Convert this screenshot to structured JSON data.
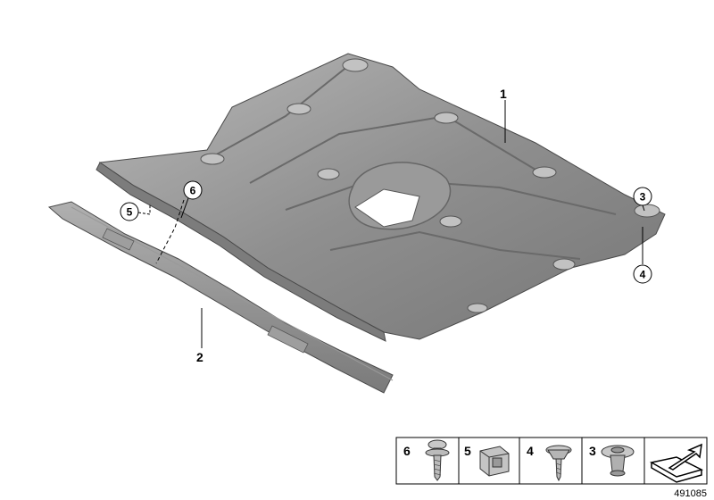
{
  "diagram": {
    "callouts": {
      "part1": "1",
      "part2": "2",
      "part3": "3",
      "part4": "4",
      "part5": "5",
      "part6": "6"
    },
    "legend": [
      {
        "label": "6",
        "icon": "screw-icon"
      },
      {
        "label": "5",
        "icon": "clip-nut-icon"
      },
      {
        "label": "4",
        "icon": "bolt-icon"
      },
      {
        "label": "3",
        "icon": "rivet-icon"
      },
      {
        "label": "",
        "icon": "arrow-plate-icon"
      }
    ],
    "diagram_id": "491085"
  },
  "colors": {
    "shield_fill": "#8a8a8a",
    "shield_dark": "#6e6e6e",
    "shield_light": "#b3b3b3",
    "outline": "#000000"
  }
}
